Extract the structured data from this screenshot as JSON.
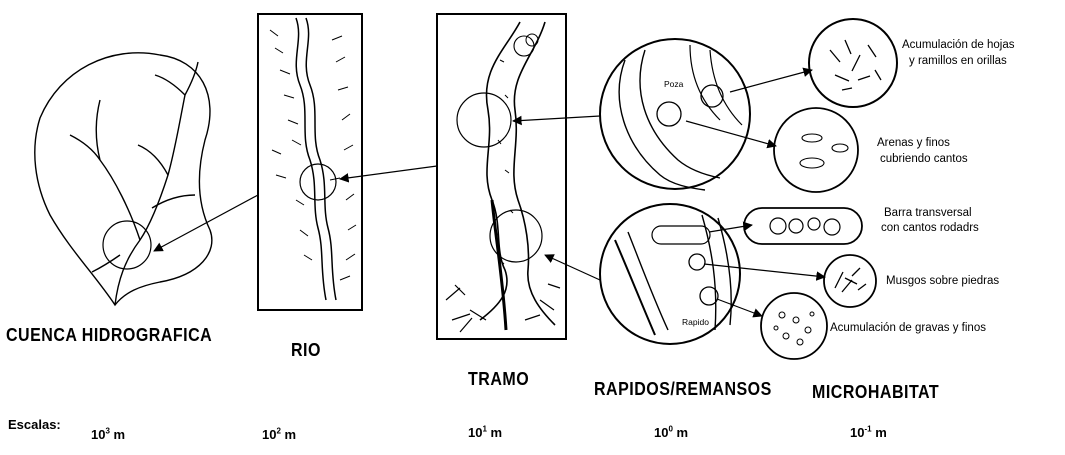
{
  "levels": {
    "cuenca": "CUENCA HIDROGRAFICA",
    "rio": "RIO",
    "tramo": "TRAMO",
    "rapidos": "RAPIDOS/REMANSOS",
    "micro": "MICROHABITAT"
  },
  "pool_labels": {
    "poza": "Poza",
    "rapido": "Rapido"
  },
  "annotations": {
    "hojas_1": "Acumulación de hojas",
    "hojas_2": "y ramillos en orillas",
    "arenas_1": "Arenas y finos",
    "arenas_2": "cubriendo cantos",
    "barra_1": "Barra transversal",
    "barra_2": "con cantos rodadrs",
    "musgos": "Musgos sobre piedras",
    "gravas": "Acumulación de gravas y finos"
  },
  "scales": {
    "label": "Escalas:",
    "base": "10",
    "unit": "m",
    "exponents": [
      "3",
      "2",
      "1",
      "0",
      "-1"
    ]
  }
}
